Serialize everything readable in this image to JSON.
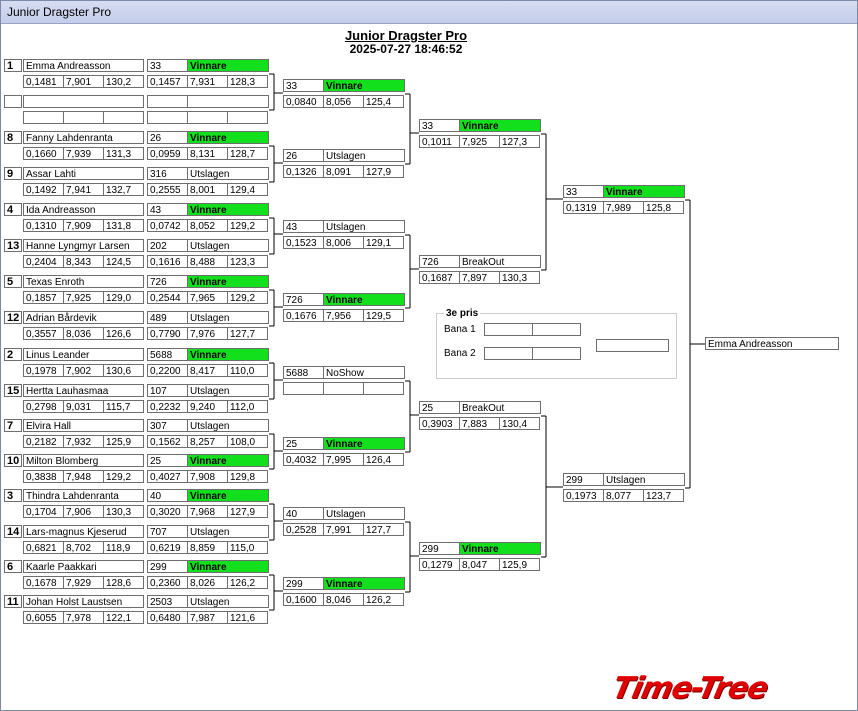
{
  "window_title": "Junior Dragster Pro",
  "title": "Junior Dragster Pro",
  "datetime": "2025-07-27 18:46:52",
  "logo": "Time-Tree",
  "round1": [
    {
      "seed": "1",
      "name": "Emma Andreasson",
      "rt": "0,1481",
      "et": "7,901",
      "spd": "130,2",
      "res_num": "33",
      "res": "Vinnare",
      "res_win": true,
      "res_rt": "0,1457",
      "res_et": "7,931",
      "res_spd": "128,3"
    },
    {
      "seed": "",
      "name": "",
      "rt": "",
      "et": "",
      "spd": "",
      "res_num": "",
      "res": "",
      "res_win": false,
      "res_rt": "",
      "res_et": "",
      "res_spd": ""
    },
    {
      "seed": "8",
      "name": "Fanny Lahdenranta",
      "rt": "0,1660",
      "et": "7,939",
      "spd": "131,3",
      "res_num": "26",
      "res": "Vinnare",
      "res_win": true,
      "res_rt": "0,0959",
      "res_et": "8,131",
      "res_spd": "128,7"
    },
    {
      "seed": "9",
      "name": "Assar Lahti",
      "rt": "0,1492",
      "et": "7,941",
      "spd": "132,7",
      "res_num": "316",
      "res": "Utslagen",
      "res_win": false,
      "res_rt": "0,2555",
      "res_et": "8,001",
      "res_spd": "129,4"
    },
    {
      "seed": "4",
      "name": "Ida Andreasson",
      "rt": "0,1310",
      "et": "7,909",
      "spd": "131,8",
      "res_num": "43",
      "res": "Vinnare",
      "res_win": true,
      "res_rt": "0,0742",
      "res_et": "8,052",
      "res_spd": "129,2"
    },
    {
      "seed": "13",
      "name": "Hanne Lyngmyr Larsen",
      "rt": "0,2404",
      "et": "8,343",
      "spd": "124,5",
      "res_num": "202",
      "res": "Utslagen",
      "res_win": false,
      "res_rt": "0,1616",
      "res_et": "8,488",
      "res_spd": "123,3"
    },
    {
      "seed": "5",
      "name": "Texas Enroth",
      "rt": "0,1857",
      "et": "7,925",
      "spd": "129,0",
      "res_num": "726",
      "res": "Vinnare",
      "res_win": true,
      "res_rt": "0,2544",
      "res_et": "7,965",
      "res_spd": "129,2"
    },
    {
      "seed": "12",
      "name": "Adrian Bårdevik",
      "rt": "0,3557",
      "et": "8,036",
      "spd": "126,6",
      "res_num": "489",
      "res": "Utslagen",
      "res_win": false,
      "res_rt": "0,7790",
      "res_et": "7,976",
      "res_spd": "127,7"
    },
    {
      "seed": "2",
      "name": "Linus Leander",
      "rt": "0,1978",
      "et": "7,902",
      "spd": "130,6",
      "res_num": "5688",
      "res": "Vinnare",
      "res_win": true,
      "res_rt": "0,2200",
      "res_et": "8,417",
      "res_spd": "110,0"
    },
    {
      "seed": "15",
      "name": "Hertta Lauhasmaa",
      "rt": "0,2798",
      "et": "9,031",
      "spd": "115,7",
      "res_num": "107",
      "res": "Utslagen",
      "res_win": false,
      "res_rt": "0,2232",
      "res_et": "9,240",
      "res_spd": "112,0"
    },
    {
      "seed": "7",
      "name": "Elvira Hall",
      "rt": "0,2182",
      "et": "7,932",
      "spd": "125,9",
      "res_num": "307",
      "res": "Utslagen",
      "res_win": false,
      "res_rt": "0,1562",
      "res_et": "8,257",
      "res_spd": "108,0"
    },
    {
      "seed": "10",
      "name": "Milton Blomberg",
      "rt": "0,3838",
      "et": "7,948",
      "spd": "129,2",
      "res_num": "25",
      "res": "Vinnare",
      "res_win": true,
      "res_rt": "0,4027",
      "res_et": "7,908",
      "res_spd": "129,8"
    },
    {
      "seed": "3",
      "name": "Thindra Lahdenranta",
      "rt": "0,1704",
      "et": "7,906",
      "spd": "130,3",
      "res_num": "40",
      "res": "Vinnare",
      "res_win": true,
      "res_rt": "0,3020",
      "res_et": "7,968",
      "res_spd": "127,9"
    },
    {
      "seed": "14",
      "name": "Lars-magnus Kjeserud",
      "rt": "0,6821",
      "et": "8,702",
      "spd": "118,9",
      "res_num": "707",
      "res": "Utslagen",
      "res_win": false,
      "res_rt": "0,6219",
      "res_et": "8,859",
      "res_spd": "115,0"
    },
    {
      "seed": "6",
      "name": "Kaarle Paakkari",
      "rt": "0,1678",
      "et": "7,929",
      "spd": "128,6",
      "res_num": "299",
      "res": "Vinnare",
      "res_win": true,
      "res_rt": "0,2360",
      "res_et": "8,026",
      "res_spd": "126,2"
    },
    {
      "seed": "11",
      "name": "Johan Holst Laustsen",
      "rt": "0,6055",
      "et": "7,978",
      "spd": "122,1",
      "res_num": "2503",
      "res": "Utslagen",
      "res_win": false,
      "res_rt": "0,6480",
      "res_et": "7,987",
      "res_spd": "121,6"
    }
  ],
  "round2": [
    {
      "num": "33",
      "res": "Vinnare",
      "win": true,
      "rt": "0,0840",
      "et": "8,056",
      "spd": "125,4"
    },
    {
      "num": "26",
      "res": "Utslagen",
      "win": false,
      "rt": "0,1326",
      "et": "8,091",
      "spd": "127,9"
    },
    {
      "num": "43",
      "res": "Utslagen",
      "win": false,
      "rt": "0,1523",
      "et": "8,006",
      "spd": "129,1"
    },
    {
      "num": "726",
      "res": "Vinnare",
      "win": true,
      "rt": "0,1676",
      "et": "7,956",
      "spd": "129,5"
    },
    {
      "num": "5688",
      "res": "NoShow",
      "win": false,
      "rt": "",
      "et": "",
      "spd": ""
    },
    {
      "num": "25",
      "res": "Vinnare",
      "win": true,
      "rt": "0,4032",
      "et": "7,995",
      "spd": "126,4"
    },
    {
      "num": "40",
      "res": "Utslagen",
      "win": false,
      "rt": "0,2528",
      "et": "7,991",
      "spd": "127,7"
    },
    {
      "num": "299",
      "res": "Vinnare",
      "win": true,
      "rt": "0,1600",
      "et": "8,046",
      "spd": "126,2"
    }
  ],
  "round3": [
    {
      "num": "33",
      "res": "Vinnare",
      "win": true,
      "rt": "0,1011",
      "et": "7,925",
      "spd": "127,3"
    },
    {
      "num": "726",
      "res": "BreakOut",
      "win": false,
      "rt": "0,1687",
      "et": "7,897",
      "spd": "130,3"
    },
    {
      "num": "25",
      "res": "BreakOut",
      "win": false,
      "rt": "0,3903",
      "et": "7,883",
      "spd": "130,4"
    },
    {
      "num": "299",
      "res": "Vinnare",
      "win": true,
      "rt": "0,1279",
      "et": "8,047",
      "spd": "125,9"
    }
  ],
  "round4": [
    {
      "num": "33",
      "res": "Vinnare",
      "win": true,
      "rt": "0,1319",
      "et": "7,989",
      "spd": "125,8"
    },
    {
      "num": "299",
      "res": "Utslagen",
      "win": false,
      "rt": "0,1973",
      "et": "8,077",
      "spd": "123,7"
    }
  ],
  "winner": "Emma Andreasson",
  "third_place": {
    "title": "3e pris",
    "lane1": "Bana 1",
    "lane2": "Bana 2"
  },
  "colors": {
    "winner_green": "#12e01c",
    "line": "#000000"
  }
}
